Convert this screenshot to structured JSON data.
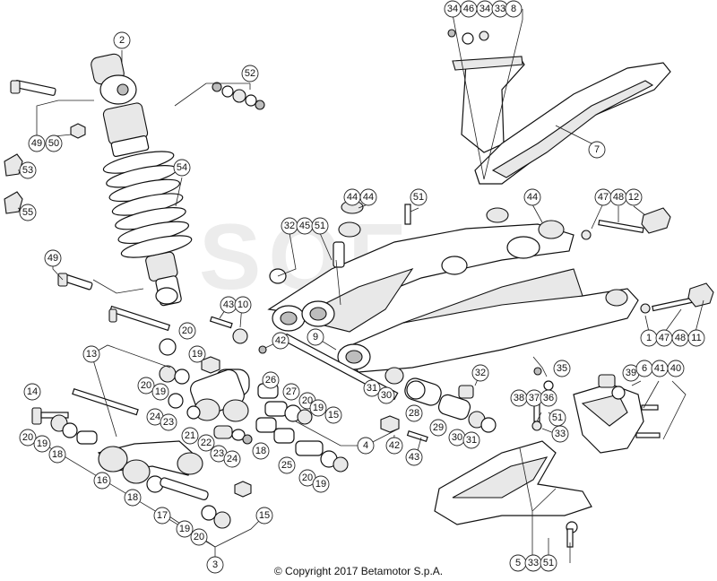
{
  "watermark": "SOF",
  "copyright": "© Copyright 2017 Betamotor S.p.A.",
  "callouts": [
    {
      "id": "c2",
      "label": "2"
    },
    {
      "id": "c52",
      "label": "52"
    },
    {
      "id": "c49a",
      "label": "49"
    },
    {
      "id": "c50",
      "label": "50"
    },
    {
      "id": "c53",
      "label": "53"
    },
    {
      "id": "c55",
      "label": "55"
    },
    {
      "id": "c54",
      "label": "54"
    },
    {
      "id": "c49b",
      "label": "49"
    },
    {
      "id": "c34a",
      "label": "34"
    },
    {
      "id": "c46",
      "label": "46"
    },
    {
      "id": "c34b",
      "label": "34"
    },
    {
      "id": "c33a",
      "label": "33"
    },
    {
      "id": "c8",
      "label": "8"
    },
    {
      "id": "c7",
      "label": "7"
    },
    {
      "id": "c32a",
      "label": "32"
    },
    {
      "id": "c45",
      "label": "45"
    },
    {
      "id": "c51a",
      "label": "51"
    },
    {
      "id": "c44a",
      "label": "44"
    },
    {
      "id": "c44b",
      "label": "44"
    },
    {
      "id": "c51b",
      "label": "51"
    },
    {
      "id": "c44c",
      "label": "44"
    },
    {
      "id": "c47a",
      "label": "47"
    },
    {
      "id": "c48a",
      "label": "48"
    },
    {
      "id": "c12",
      "label": "12"
    },
    {
      "id": "c43a",
      "label": "43"
    },
    {
      "id": "c10",
      "label": "10"
    },
    {
      "id": "c42a",
      "label": "42"
    },
    {
      "id": "c9",
      "label": "9"
    },
    {
      "id": "c1",
      "label": "1"
    },
    {
      "id": "c47b",
      "label": "47"
    },
    {
      "id": "c48b",
      "label": "48"
    },
    {
      "id": "c11",
      "label": "11"
    },
    {
      "id": "c20a",
      "label": "20"
    },
    {
      "id": "c19a",
      "label": "19"
    },
    {
      "id": "c13",
      "label": "13"
    },
    {
      "id": "c20b",
      "label": "20"
    },
    {
      "id": "c19b",
      "label": "19"
    },
    {
      "id": "c26",
      "label": "26"
    },
    {
      "id": "c27",
      "label": "27"
    },
    {
      "id": "c20c",
      "label": "20"
    },
    {
      "id": "c19c",
      "label": "19"
    },
    {
      "id": "c15a",
      "label": "15"
    },
    {
      "id": "c24a",
      "label": "24"
    },
    {
      "id": "c23a",
      "label": "23"
    },
    {
      "id": "c21",
      "label": "21"
    },
    {
      "id": "c22",
      "label": "22"
    },
    {
      "id": "c23b",
      "label": "23"
    },
    {
      "id": "c24b",
      "label": "24"
    },
    {
      "id": "c18a",
      "label": "18"
    },
    {
      "id": "c25",
      "label": "25"
    },
    {
      "id": "c20d",
      "label": "20"
    },
    {
      "id": "c19d",
      "label": "19"
    },
    {
      "id": "c4",
      "label": "4"
    },
    {
      "id": "c42b",
      "label": "42"
    },
    {
      "id": "c43b",
      "label": "43"
    },
    {
      "id": "c31a",
      "label": "31"
    },
    {
      "id": "c30a",
      "label": "30"
    },
    {
      "id": "c28",
      "label": "28"
    },
    {
      "id": "c29",
      "label": "29"
    },
    {
      "id": "c30b",
      "label": "30"
    },
    {
      "id": "c31b",
      "label": "31"
    },
    {
      "id": "c32b",
      "label": "32"
    },
    {
      "id": "c14",
      "label": "14"
    },
    {
      "id": "c20e",
      "label": "20"
    },
    {
      "id": "c19e",
      "label": "19"
    },
    {
      "id": "c18b",
      "label": "18"
    },
    {
      "id": "c16",
      "label": "16"
    },
    {
      "id": "c18c",
      "label": "18"
    },
    {
      "id": "c17",
      "label": "17"
    },
    {
      "id": "c15b",
      "label": "15"
    },
    {
      "id": "c19f",
      "label": "19"
    },
    {
      "id": "c20f",
      "label": "20"
    },
    {
      "id": "c3",
      "label": "3"
    },
    {
      "id": "c38",
      "label": "38"
    },
    {
      "id": "c37",
      "label": "37"
    },
    {
      "id": "c36",
      "label": "36"
    },
    {
      "id": "c35",
      "label": "35"
    },
    {
      "id": "c39",
      "label": "39"
    },
    {
      "id": "c6",
      "label": "6"
    },
    {
      "id": "c41",
      "label": "41"
    },
    {
      "id": "c40",
      "label": "40"
    },
    {
      "id": "c51c",
      "label": "51"
    },
    {
      "id": "c33b",
      "label": "33"
    },
    {
      "id": "c5",
      "label": "5"
    },
    {
      "id": "c33c",
      "label": "33"
    },
    {
      "id": "c51d",
      "label": "51"
    }
  ]
}
